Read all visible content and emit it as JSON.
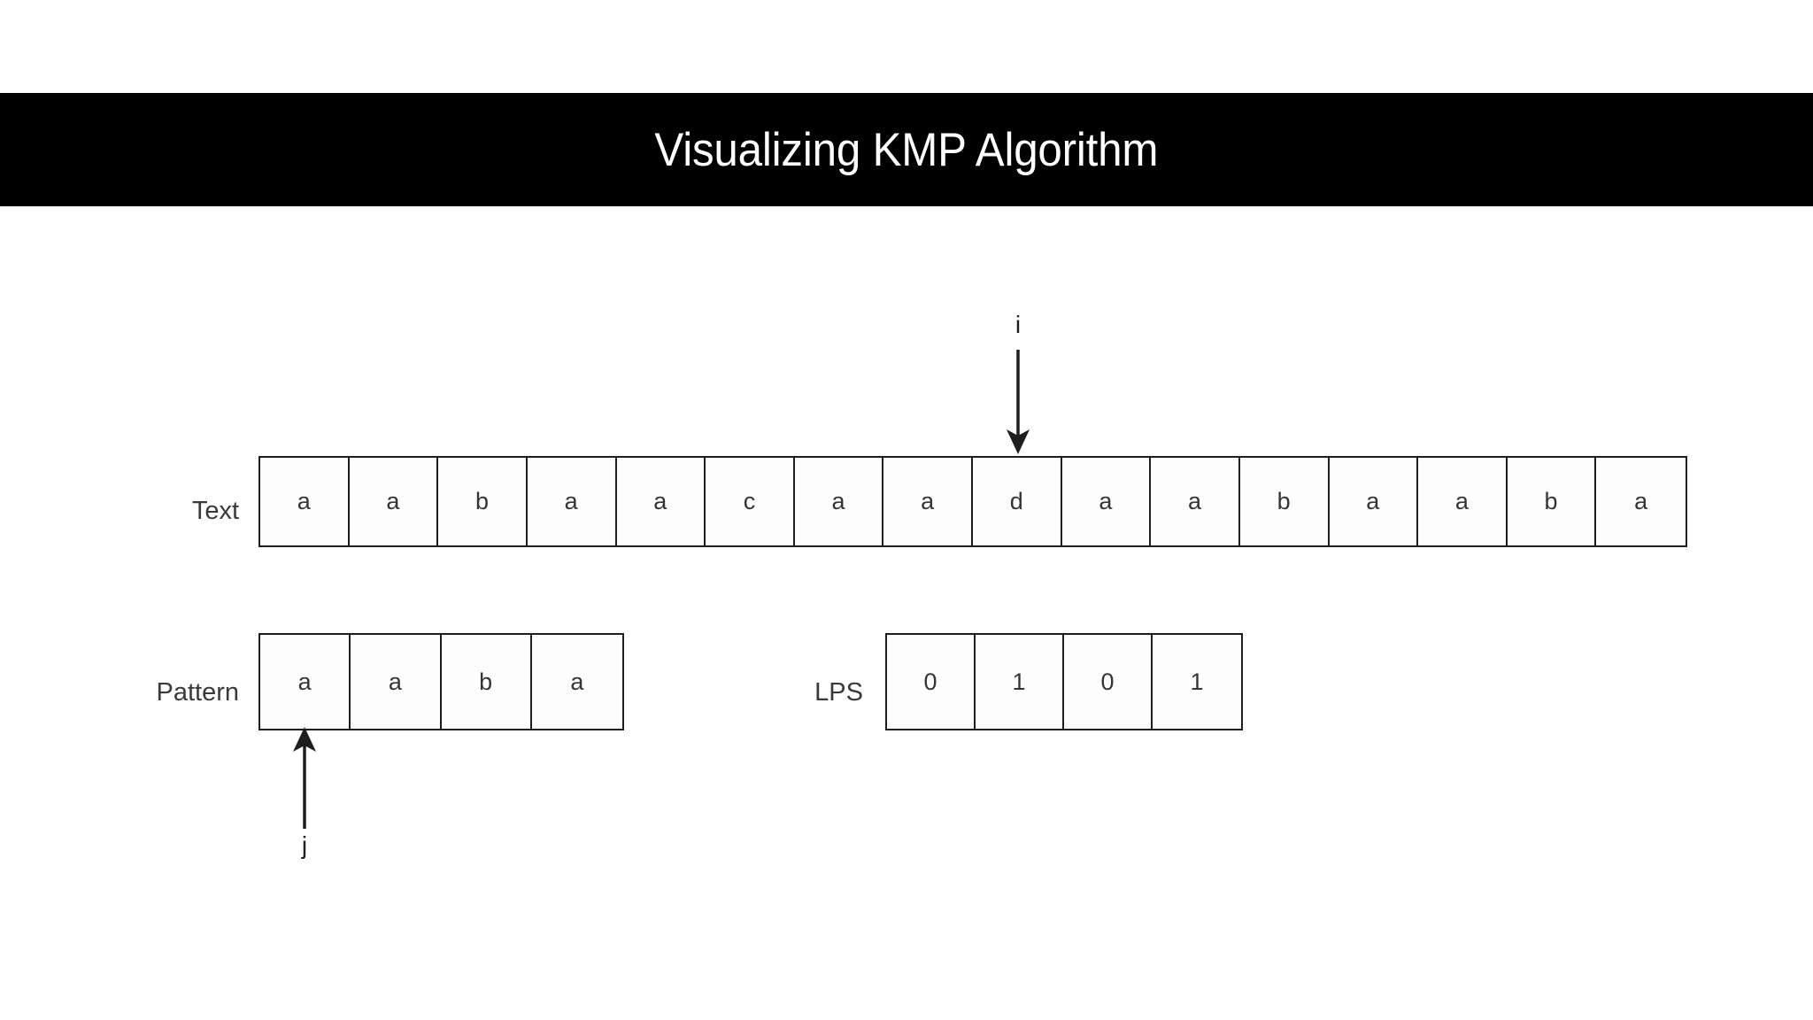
{
  "banner": {
    "title": "Visualizing KMP Algorithm",
    "background_color": "#000000",
    "text_color": "#ffffff"
  },
  "diagram": {
    "type": "kmp-string-matching-visualization",
    "border_color": "#1e1e1e",
    "cell_fill": "#fdfdfd",
    "cell_text_color": "#353535",
    "rows": {
      "text": {
        "label": "Text",
        "cells": [
          "a",
          "a",
          "b",
          "a",
          "a",
          "c",
          "a",
          "a",
          "d",
          "a",
          "a",
          "b",
          "a",
          "a",
          "b",
          "a"
        ],
        "length": 16
      },
      "pattern": {
        "label": "Pattern",
        "cells": [
          "a",
          "a",
          "b",
          "a"
        ],
        "length": 4
      },
      "lps": {
        "label": "LPS",
        "cells": [
          "0",
          "1",
          "0",
          "1"
        ],
        "length": 4
      }
    },
    "pointers": [
      {
        "name": "i",
        "label": "i",
        "target_row": "text",
        "target_index": 8,
        "target_value": "d",
        "direction": "down",
        "label_position": "above"
      },
      {
        "name": "j",
        "label": "j",
        "target_row": "pattern",
        "target_index": 0,
        "target_value": "a",
        "direction": "up",
        "label_position": "below"
      }
    ]
  }
}
